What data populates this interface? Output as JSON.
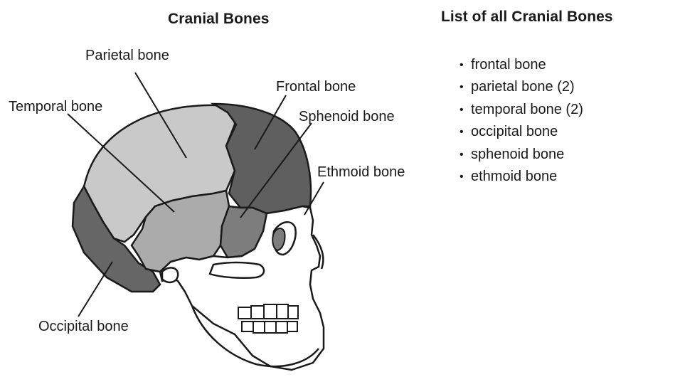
{
  "diagram": {
    "title": "Cranial Bones",
    "labels": {
      "parietal": "Parietal bone",
      "frontal": "Frontal bone",
      "temporal": "Temporal bone",
      "sphenoid": "Sphenoid bone",
      "ethmoid": "Ethmoid bone",
      "occipital": "Occipital bone"
    }
  },
  "list": {
    "title": "List of all Cranial Bones",
    "bullet": "•",
    "items": [
      "frontal bone",
      "parietal bone (2)",
      "temporal bone (2)",
      "occipital bone",
      "sphenoid bone",
      "ethmoid bone"
    ]
  },
  "colors": {
    "parietal_fill": "#c9c9c9",
    "temporal_fill": "#ababab",
    "frontal_fill": "#5f5f5f",
    "occipital_fill": "#666666",
    "sphenoid_fill": "#7d7d7d",
    "face_fill": "#ffffff",
    "outline": "#1a1a1a"
  }
}
